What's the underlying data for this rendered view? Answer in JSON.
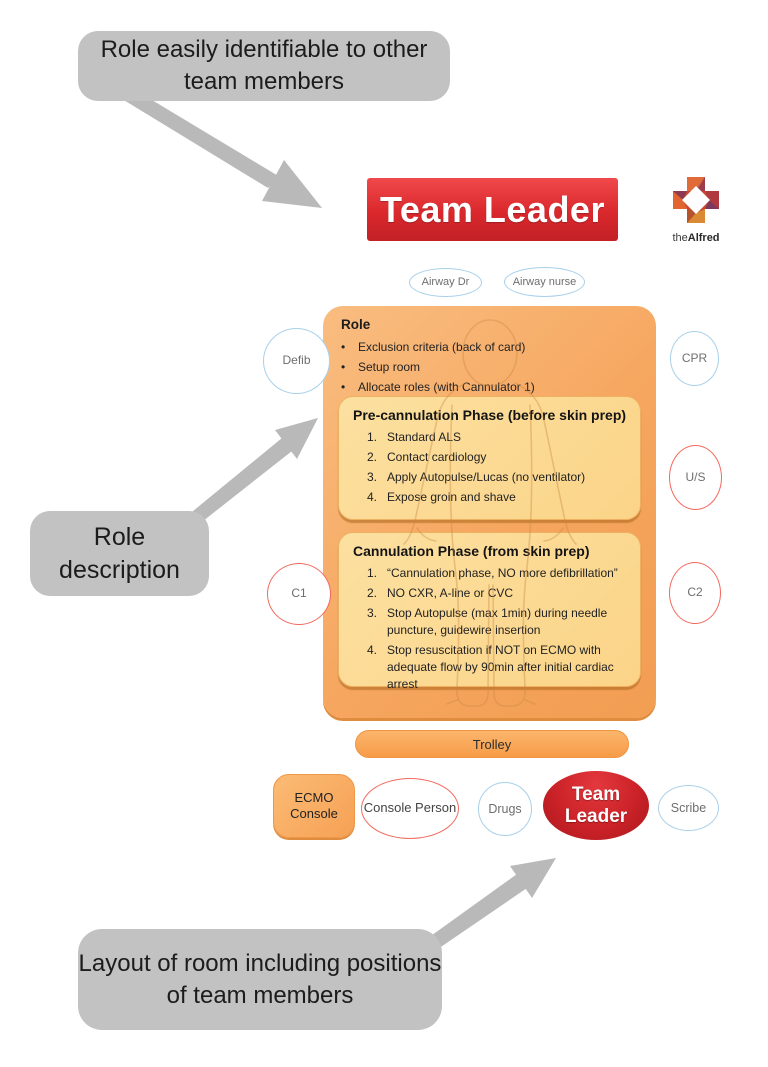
{
  "annotations": {
    "top_callout": "Role easily identifiable to other team members",
    "role_callout": "Role description",
    "layout_callout": "Layout of room including positions of team members"
  },
  "banner": {
    "title": "Team Leader"
  },
  "logo": {
    "word_the": "the",
    "word_alfred": "Alfred"
  },
  "card": {
    "role_heading": "Role",
    "role_bullets": [
      "Exclusion criteria (back of card)",
      "Setup room",
      "Allocate roles (with Cannulator 1)"
    ],
    "phases": [
      {
        "title": "Pre-cannulation Phase (before skin prep)",
        "items": [
          "Standard ALS",
          "Contact cardiology",
          "Apply Autopulse/Lucas (no ventilator)",
          "Expose groin and shave"
        ]
      },
      {
        "title": "Cannulation Phase (from skin prep)",
        "items": [
          "“Cannulation phase, NO more defibrillation”",
          "NO CXR, A-line or CVC",
          "Stop Autopulse (max 1min) during needle puncture, guidewire insertion",
          "Stop resuscitation if NOT on ECMO with adequate flow by 90min after initial cardiac arrest"
        ]
      }
    ]
  },
  "room": {
    "top_ovals": [
      {
        "label": "Airway Dr",
        "outline": "blue"
      },
      {
        "label": "Airway nurse",
        "outline": "blue"
      }
    ],
    "side_circles": [
      {
        "label": "Defib",
        "outline": "blue"
      },
      {
        "label": "CPR",
        "outline": "blue"
      },
      {
        "label": "U/S",
        "outline": "red"
      },
      {
        "label": "C1",
        "outline": "red"
      },
      {
        "label": "C2",
        "outline": "red"
      }
    ],
    "trolley_label": "Trolley",
    "bottom_row": [
      {
        "label": "ECMO Console",
        "style": "orange-box"
      },
      {
        "label": "Console Person",
        "style": "red-oval"
      },
      {
        "label": "Drugs",
        "style": "blue-circle"
      },
      {
        "label": "Team Leader",
        "style": "red-filled-oval"
      },
      {
        "label": "Scribe",
        "style": "blue-oval"
      }
    ]
  },
  "colors": {
    "banner_red": "#da282d",
    "card_orange": "#f6a65f",
    "phase_card_orange": "#fbd488",
    "callout_gray": "#c2c2c2",
    "blue_outline": "#a8d0ea",
    "red_outline": "#f3695e",
    "team_leader_red": "#cb2228"
  }
}
